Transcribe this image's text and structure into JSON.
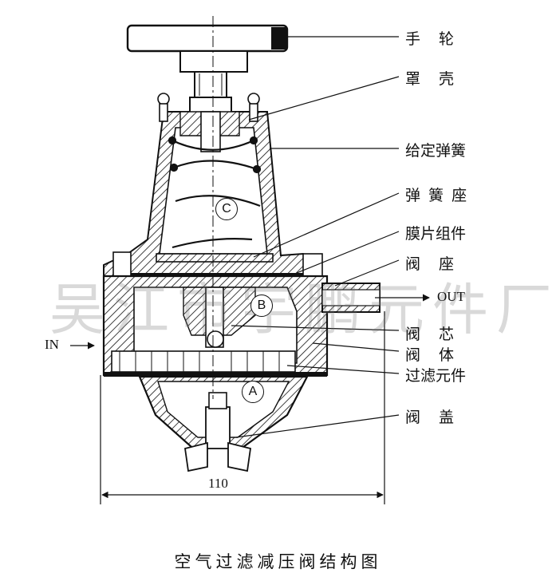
{
  "labels": {
    "handwheel": "手　轮",
    "cover": "罩　壳",
    "setting_spring": "给定弹簧",
    "spring_seat": "弹 簧 座",
    "diaphragm": "膜片组件",
    "valve_seat": "阀　座",
    "valve_core": "阀　芯",
    "valve_body": "阀　体",
    "filter_element": "过滤元件",
    "valve_cap": "阀　盖"
  },
  "ports": {
    "in": "IN",
    "out": "OUT"
  },
  "chambers": {
    "a": "A",
    "b": "B",
    "c": "C"
  },
  "dimension": "110",
  "caption": "空气过滤减压阀结构图",
  "watermark": "吴江市宇鹏元件厂"
}
